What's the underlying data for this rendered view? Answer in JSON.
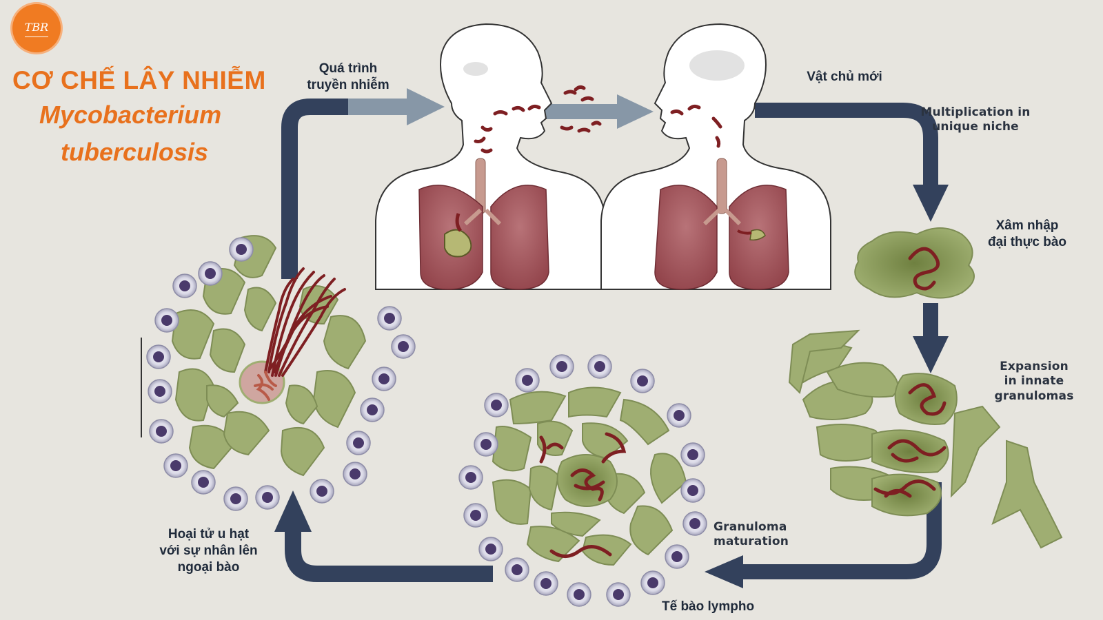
{
  "brand": {
    "logo_text": "TBR"
  },
  "title": {
    "line1": "CƠ CHẾ LÂY NHIỄM",
    "line2": "Mycobacterium",
    "line3": "tuberculosis"
  },
  "labels": {
    "transmission_1": "Quá trình",
    "transmission_2": "truyền nhiễm",
    "new_host": "Vật chủ mới",
    "multiplication_1": "Multiplication in",
    "multiplication_2": "unique niche",
    "invasion_1": "Xâm nhập",
    "invasion_2": "đại thực bào",
    "expansion_1": "Expansion",
    "expansion_2": "in innate",
    "expansion_3": "granulomas",
    "maturation_1": "Granuloma",
    "maturation_2": "maturation",
    "lymphocyte": "Tế bào lympho",
    "necrosis_1": "Hoại tử u hạt",
    "necrosis_2": "với sự nhân lên",
    "necrosis_3": "ngoại bào"
  },
  "colors": {
    "background": "#e7e5df",
    "title": "#e8711d",
    "arrow": "#33415c",
    "arrow_light": "#8797a7",
    "macrophage": "#9fae72",
    "macrophage_dark": "#7e8d55",
    "bacteria": "#7e1f22",
    "lung": "#b5626a",
    "lymphocyte_nucleus": "#4a3a6b"
  }
}
